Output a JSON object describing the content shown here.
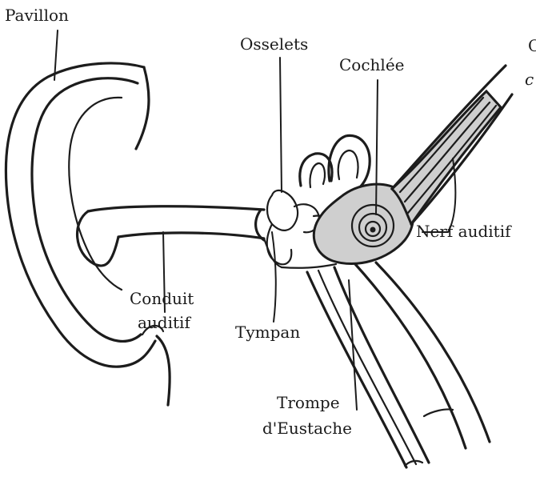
{
  "diagram": {
    "labels": {
      "pavillon": "Pavillon",
      "osselets": "Osselets",
      "cochlee": "Cochlée",
      "nerf": "Nerf auditif",
      "conduit_line1": "Conduit",
      "conduit_line2": "auditif",
      "tympan": "Tympan",
      "trompe_line1": "Trompe",
      "trompe_line2": "d'Eustache",
      "edge_fragment_1": "C",
      "edge_fragment_2": "c"
    }
  },
  "colors": {
    "ink": "#1c1c1c",
    "cochlea_fill": "#cfcfcf",
    "background": "#ffffff"
  }
}
